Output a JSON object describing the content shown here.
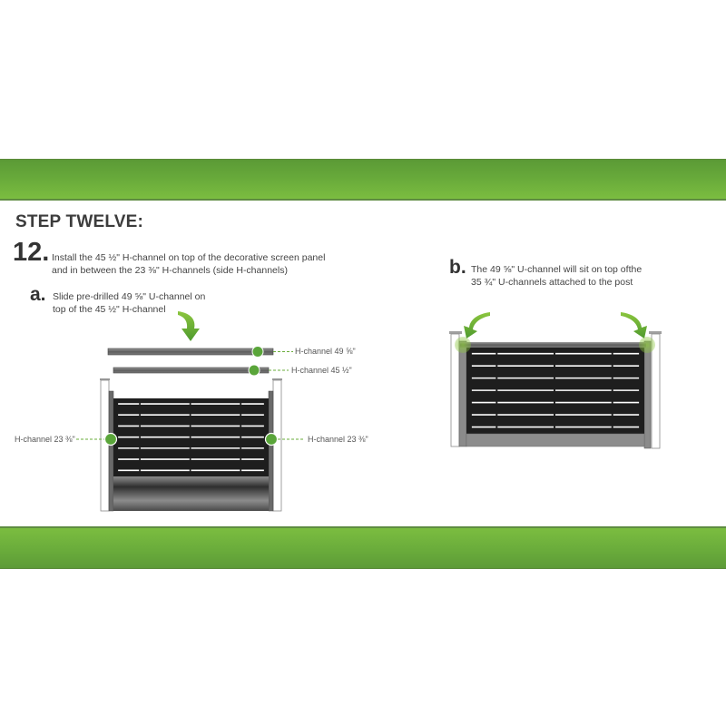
{
  "header_bar": {
    "color_top": "#5b9a36",
    "color_bottom": "#7bbd40"
  },
  "footer_bar": {
    "color_top": "#7bbd40",
    "color_bottom": "#5d9b37"
  },
  "step": {
    "title": "STEP TWELVE:",
    "number": "12.",
    "text_line1": "Install the 45 ½\" H-channel on top of the decorative screen panel",
    "text_line2": "and in between the 23 ⅜\" H-channels (side H-channels)"
  },
  "substep_a": {
    "letter": "a.",
    "text_line1": "Slide pre-drilled 49 ⅝\" U-channel on",
    "text_line2": "top of the 45 ½\" H-channel"
  },
  "substep_b": {
    "letter": "b.",
    "text_line1": "The 49 ⅝\" U-channel will sit on top ofthe",
    "text_line2": "35 ¾\" U-channels attached to the post"
  },
  "diagram_a_labels": {
    "top_rail": "H-channel 49 ⅝\"",
    "second_rail": "H-channel 45 ½\"",
    "left_side": "H-channel 23 ⅜\"",
    "right_side": "H-channel 23 ⅜\""
  },
  "colors": {
    "accent_green": "#5aa53a",
    "panel_black": "#1e1e1e",
    "channel_grey": "#6e6e6e",
    "slat_white": "#ffffff"
  }
}
